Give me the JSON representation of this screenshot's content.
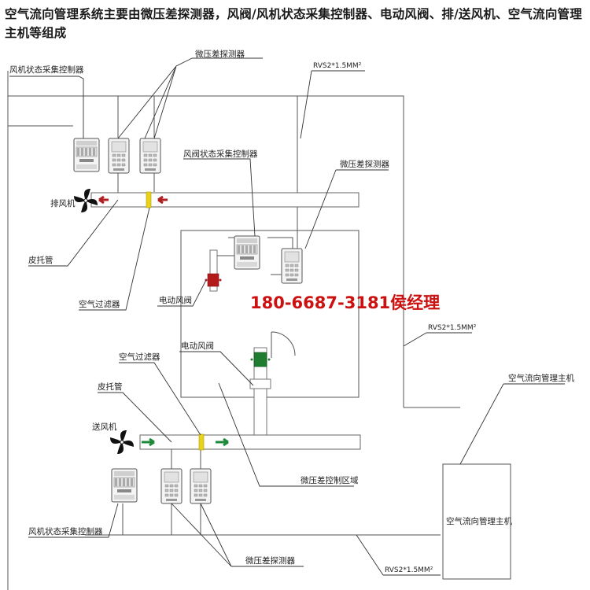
{
  "heading": "空气流向管理系统主要由微压差探测器，风阀/风机状态采集控制器、电动风阀、排/送风机、空气流向管理主机等组成",
  "labels": {
    "fan_controller_top": "风机状态采集控制器",
    "diff_sensor_top": "微压差探测器",
    "cable_top": "RVS2*1.5MM²",
    "damper_controller": "风阀状态采集控制器",
    "diff_sensor_mid": "微压差探测器",
    "exhaust_fan": "排风机",
    "pitot_top": "皮托管",
    "filter_top": "空气过滤器",
    "damper_1": "电动风阀",
    "phone": "180-6687-3181侯经理",
    "cable_mid": "RVS2*1.5MM²",
    "damper_2": "电动风阀",
    "filter_bottom": "空气过滤器",
    "host_label_top": "空气流向管理主机",
    "pitot_bottom": "皮托管",
    "supply_fan": "送风机",
    "zone": "微压差控制区域",
    "host_box": "空气流向管理主机",
    "fan_controller_bottom": "风机状态采集控制器",
    "diff_sensor_bottom": "微压差探测器",
    "cable_bottom": "RVS2*1.5MM²"
  },
  "colors": {
    "phone": "#cc1111",
    "arrow_red": "#b02020",
    "arrow_green": "#1f8a3a",
    "filter": "#e8d21a",
    "damper_red": "#b31b1b",
    "damper_green": "#1e7d2e"
  },
  "icons": {
    "fan": "fan-icon",
    "controller": "controller-device-icon",
    "sensor": "pressure-sensor-icon"
  }
}
